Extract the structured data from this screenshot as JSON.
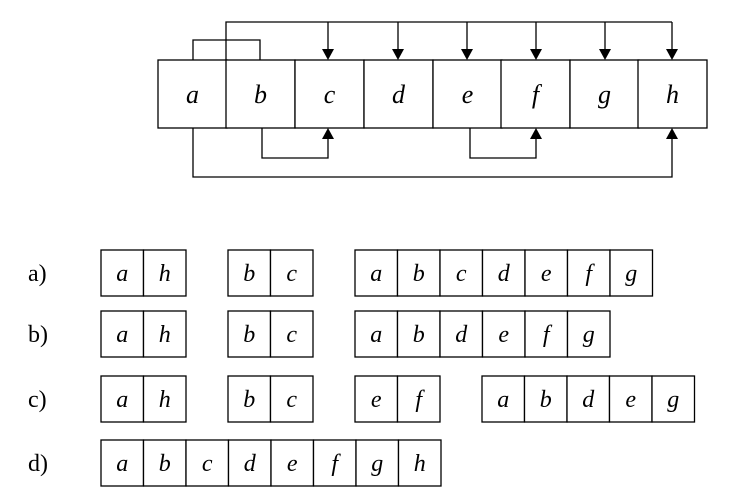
{
  "diagram": {
    "cells": [
      "a",
      "b",
      "c",
      "d",
      "e",
      "f",
      "g",
      "h"
    ]
  },
  "options": [
    {
      "label": "a)",
      "groups": [
        [
          "a",
          "h"
        ],
        [
          "b",
          "c"
        ],
        [
          "a",
          "b",
          "c",
          "d",
          "e",
          "f",
          "g"
        ]
      ]
    },
    {
      "label": "b)",
      "groups": [
        [
          "a",
          "h"
        ],
        [
          "b",
          "c"
        ],
        [
          "a",
          "b",
          "d",
          "e",
          "f",
          "g"
        ]
      ]
    },
    {
      "label": "c)",
      "groups": [
        [
          "a",
          "h"
        ],
        [
          "b",
          "c"
        ],
        [
          "e",
          "f"
        ],
        [
          "a",
          "b",
          "d",
          "e",
          "g"
        ]
      ]
    },
    {
      "label": "d)",
      "groups": [
        [
          "a",
          "b",
          "c",
          "d",
          "e",
          "f",
          "g",
          "h"
        ]
      ]
    }
  ]
}
